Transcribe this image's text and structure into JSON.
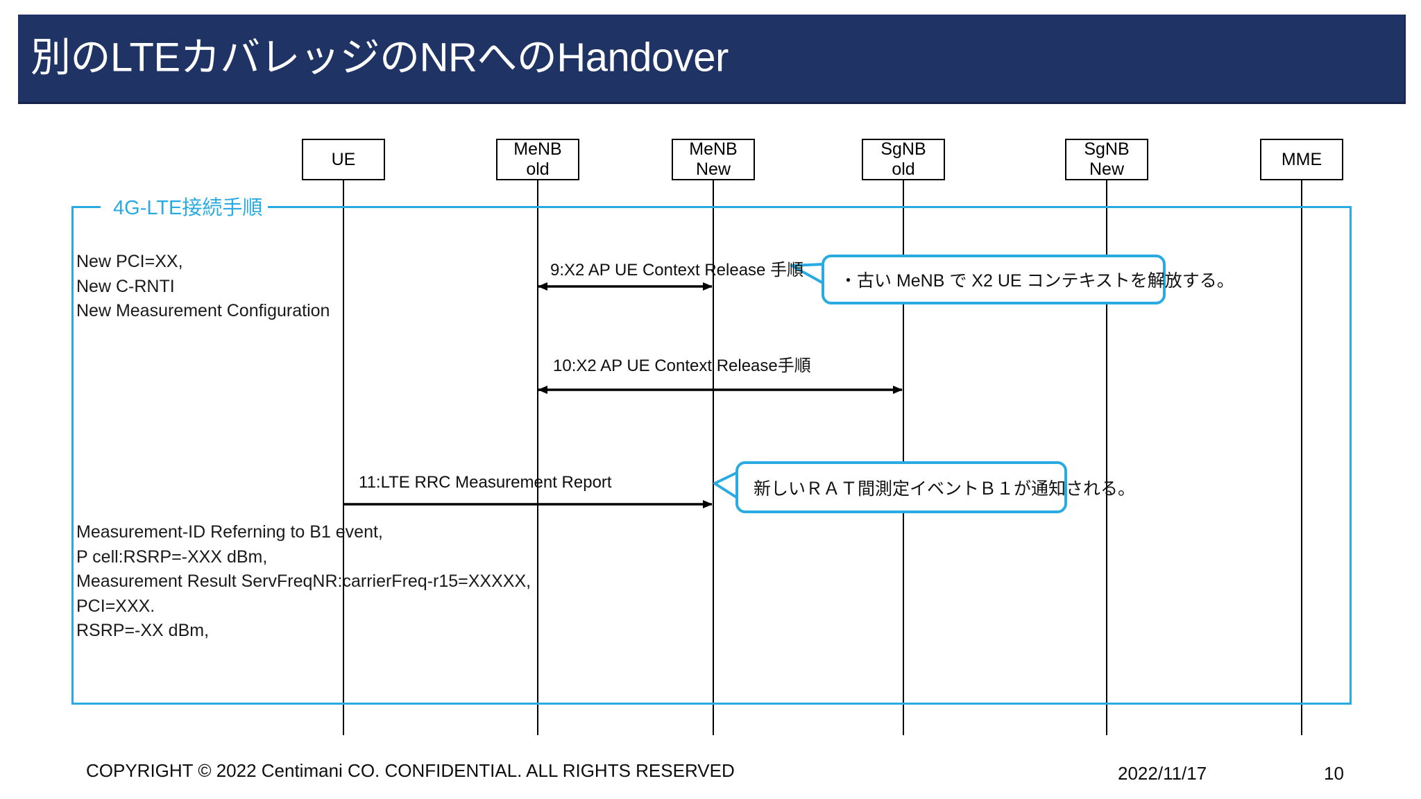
{
  "slide": {
    "title": "別のLTEカバレッジのNRへのHandover",
    "title_bar_color": "#1f3364",
    "accent_color": "#29ABE2"
  },
  "section": {
    "label": "4G-LTE接続手順"
  },
  "participants": [
    {
      "name": "ue",
      "lines": [
        "UE"
      ]
    },
    {
      "name": "menb-old",
      "lines": [
        "MeNB",
        "old"
      ]
    },
    {
      "name": "menb-new",
      "lines": [
        "MeNB",
        "New"
      ]
    },
    {
      "name": "sgnb-old",
      "lines": [
        "SgNB",
        "old"
      ]
    },
    {
      "name": "sgnb-new",
      "lines": [
        "SgNB",
        "New"
      ]
    },
    {
      "name": "mme",
      "lines": [
        "MME"
      ]
    }
  ],
  "notes": [
    {
      "name": "new-config-note",
      "text": "New PCI=XX,\nNew C-RNTI\nNew Measurement Configuration"
    },
    {
      "name": "measurement-report-note",
      "text": "Measurement-ID Referning to B1 event,\nP cell:RSRP=-XXX dBm,\nMeasurement Result ServFreqNR:carrierFreq-r15=XXXXX,\nPCI=XXX.\nRSRP=-XX dBm,"
    }
  ],
  "messages": [
    {
      "name": "msg-9",
      "label": "9:X2 AP UE Context Release 手順",
      "from": "menb-old",
      "to": "menb-new",
      "direction": "bidirectional"
    },
    {
      "name": "msg-10",
      "label": "10:X2 AP UE Context  Release手順",
      "from": "menb-old",
      "to": "sgnb-old",
      "direction": "bidirectional"
    },
    {
      "name": "msg-11",
      "label": "11:LTE RRC Measurement Report",
      "from": "ue",
      "to": "menb-new",
      "direction": "right"
    }
  ],
  "callouts": [
    {
      "name": "callout-x2-release",
      "text": "・古い MeNB で X2 UE コンテキストを解放する。"
    },
    {
      "name": "callout-b1-event",
      "text": "新しいＲＡＴ間測定イベントＢ１が通知される。"
    }
  ],
  "footer": {
    "copyright": "COPYRIGHT © 2022 Centimani CO. CONFIDENTIAL. ALL RIGHTS RESERVED",
    "date": "2022/11/17",
    "page_number": "10"
  }
}
